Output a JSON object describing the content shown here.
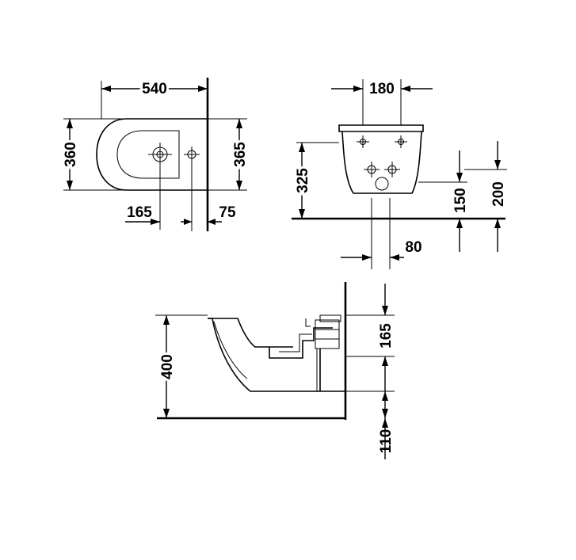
{
  "top_view": {
    "width_label": "540",
    "depth_left_label": "360",
    "depth_right_label": "365",
    "hole_offset_label": "165",
    "wall_offset_label": "75"
  },
  "front_view": {
    "bolt_spacing_label": "180",
    "height_label": "325",
    "lower_bolt_height_label": "150",
    "upper_bolt_height_label": "200",
    "outlet_offset_label": "80"
  },
  "side_view": {
    "rim_height_label": "400",
    "supply_height_label": "165",
    "floor_clearance_label": "110"
  }
}
